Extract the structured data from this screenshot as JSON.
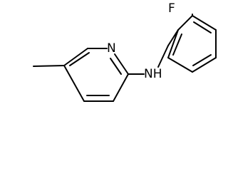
{
  "molecule": {
    "atoms": {
      "fluorine": "F",
      "pyridine_nitrogen": "N",
      "amine": "NH"
    }
  }
}
